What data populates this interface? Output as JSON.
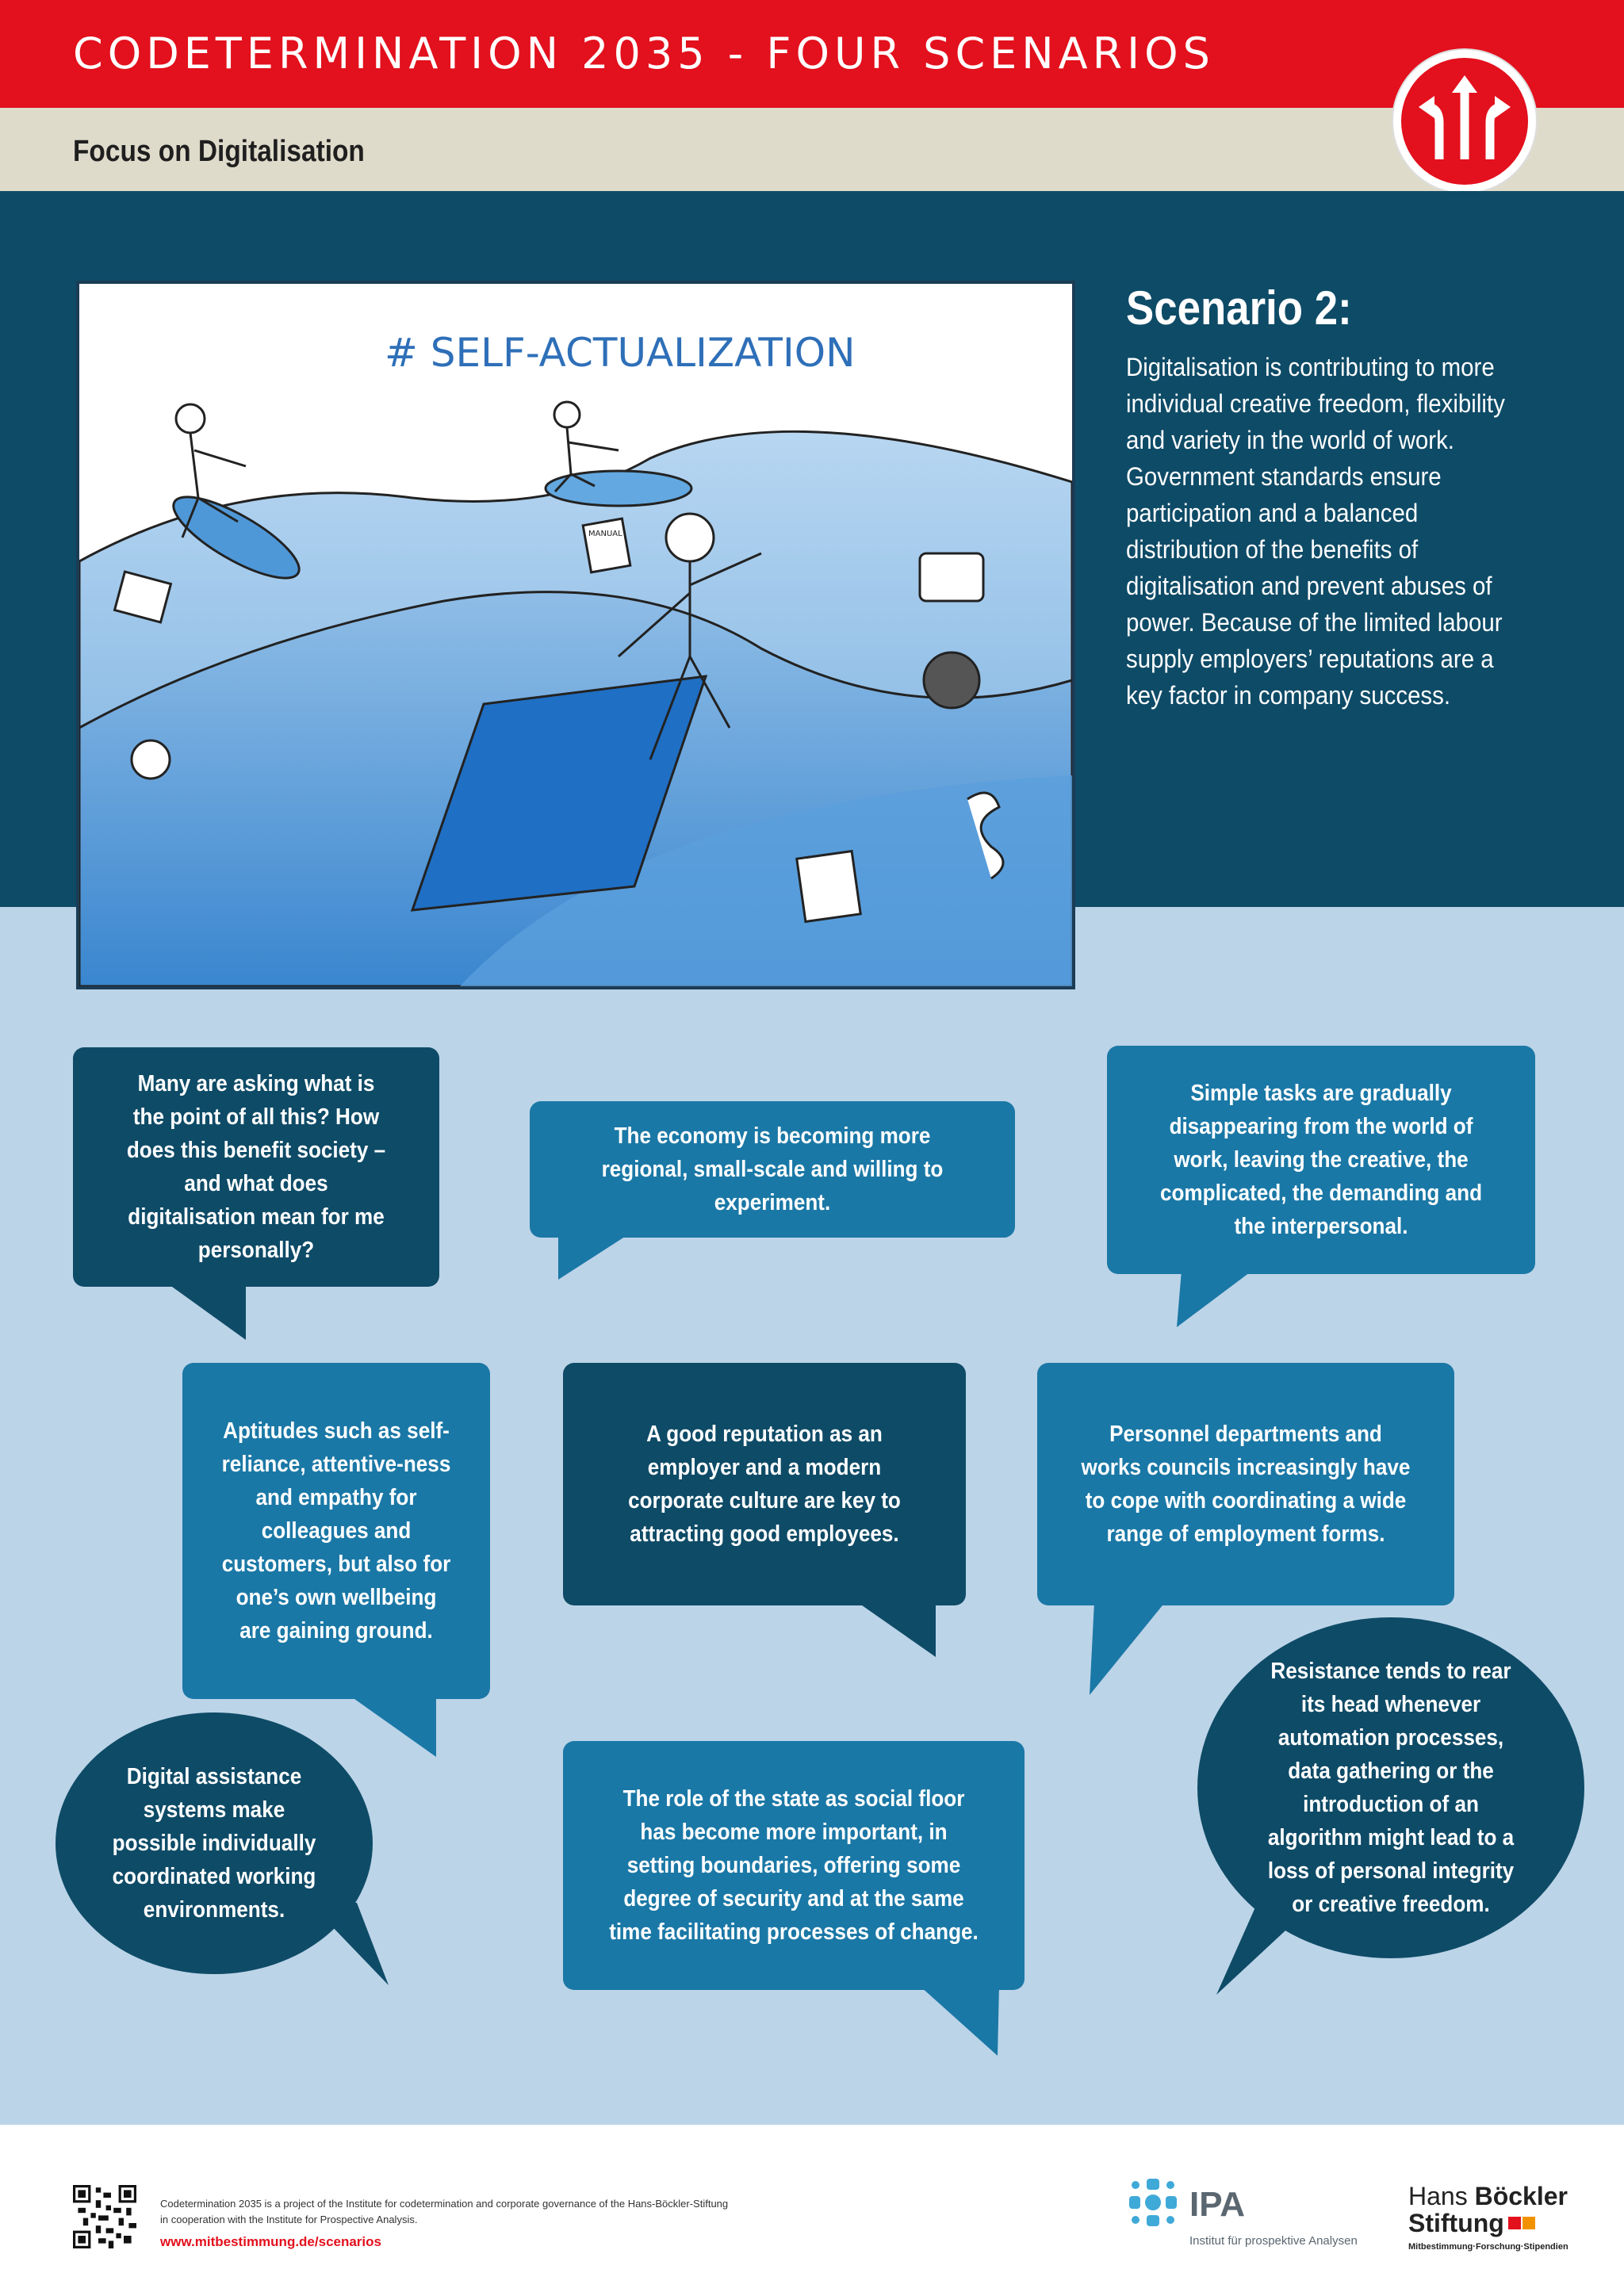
{
  "header": {
    "title": "CODETERMINATION 2035 - FOUR SCENARIOS",
    "subtitle": "Focus on Digitalisation"
  },
  "illustration": {
    "caption": "# SELF-ACTUALIZATION",
    "sign": "MANUAL"
  },
  "scenario": {
    "title": "Scenario 2:",
    "text": "Digitalisation is contributing to more individual creative freedom, flexibility and variety in the world of work. Government standards ensure participation and a balanced distribution of the benefits of digitalisation and prevent abuses of power. Because of the limited labour supply employers’ reputations are a key factor in company success."
  },
  "bubbles": [
    "Many are asking what is the point of all this? How does this benefit society – and what does digitalisation mean for me personally?",
    "The economy is becoming more regional, small-scale and willing to experiment.",
    "Simple tasks are gradually disappearing from the world of work, leaving the creative, the complicated, the demanding and the interpersonal.",
    "Aptitudes such as self-reliance, attentive-ness and empathy for colleagues and customers, but also for one’s own wellbeing are gaining ground.",
    "A good reputation as an employer and a modern corporate culture are key to attracting good employees.",
    "Personnel departments and works councils increasingly have to cope with coordinating a wide range of employment forms.",
    "Digital assistance systems make possible individually coordinated working environments.",
    "The role of the state as social floor has become more important, in setting boundaries, offering some degree of security and at the same time facilitating processes of change.",
    "Resistance tends to rear its head whenever automation processes, data gathering or the introduction of an algorithm might lead to a loss of personal integrity or creative freedom."
  ],
  "footer": {
    "text_line1": "Codetermination 2035 is a project of the Institute for codetermination and corporate governance of the Hans-Böckler-Stiftung",
    "text_line2": "in cooperation with the Institute for Prospective Analysis.",
    "link": "www.mitbestimmung.de/scenarios",
    "ipa_name": "IPA",
    "ipa_sub": "Institut für prospektive Analysen",
    "hbs_line1_a": "Hans",
    "hbs_line1_b": "Böckler",
    "hbs_line2": "Stiftung",
    "hbs_line3": "Mitbestimmung·Forschung·Stipendien"
  },
  "colors": {
    "red": "#e3101d",
    "navy": "#0e4b67",
    "teal": "#1a78a6",
    "light_blue": "#bcd4e8",
    "beige": "#dfdbcb"
  }
}
